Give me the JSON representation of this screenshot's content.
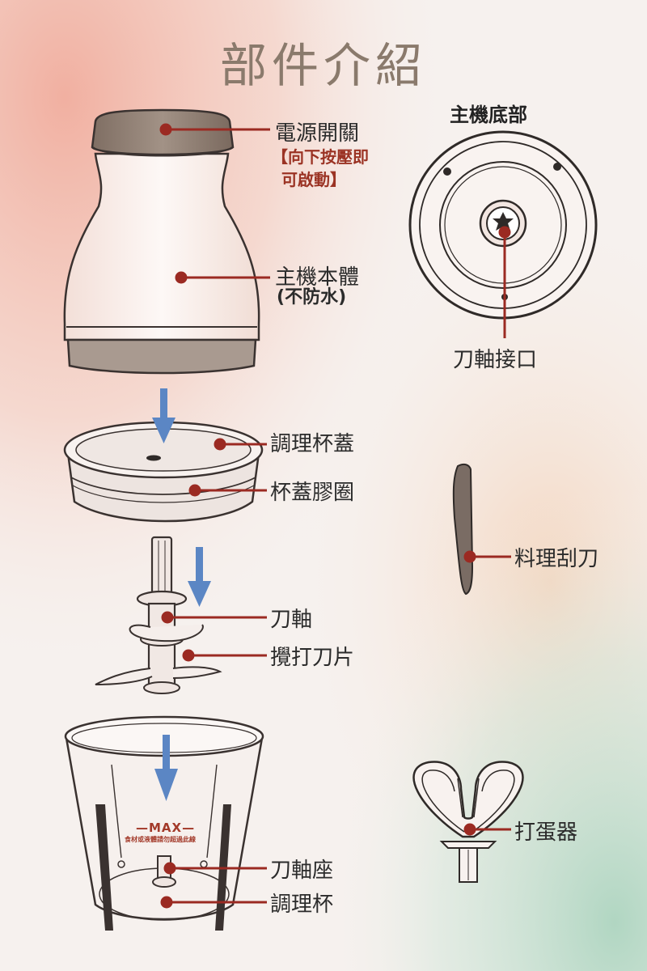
{
  "title": "部件介紹",
  "base_view": {
    "title": "主機底部",
    "label": "刀軸接口"
  },
  "parts": {
    "power_switch": {
      "label": "電源開關",
      "note_line1": "【向下按壓即",
      "note_line2": "可啟動】"
    },
    "main_body": {
      "label": "主機本體",
      "note_open": "(",
      "note_bold": "不防水",
      "note_close": ")"
    },
    "cup_lid": {
      "label": "調理杯蓋"
    },
    "lid_seal": {
      "label": "杯蓋膠圈"
    },
    "blade_shaft": {
      "label": "刀軸"
    },
    "blades": {
      "label": "攪打刀片"
    },
    "blade_seat": {
      "label": "刀軸座"
    },
    "cup": {
      "label": "調理杯",
      "max_mark": "—MAX—",
      "max_note": "食材或液體請勿超過此線"
    },
    "spatula": {
      "label": "料理刮刀"
    },
    "whisk": {
      "label": "打蛋器"
    }
  },
  "colors": {
    "accent_red": "#9b2a22",
    "arrow_blue": "#5b86c4",
    "title": "#8a7a6c"
  }
}
